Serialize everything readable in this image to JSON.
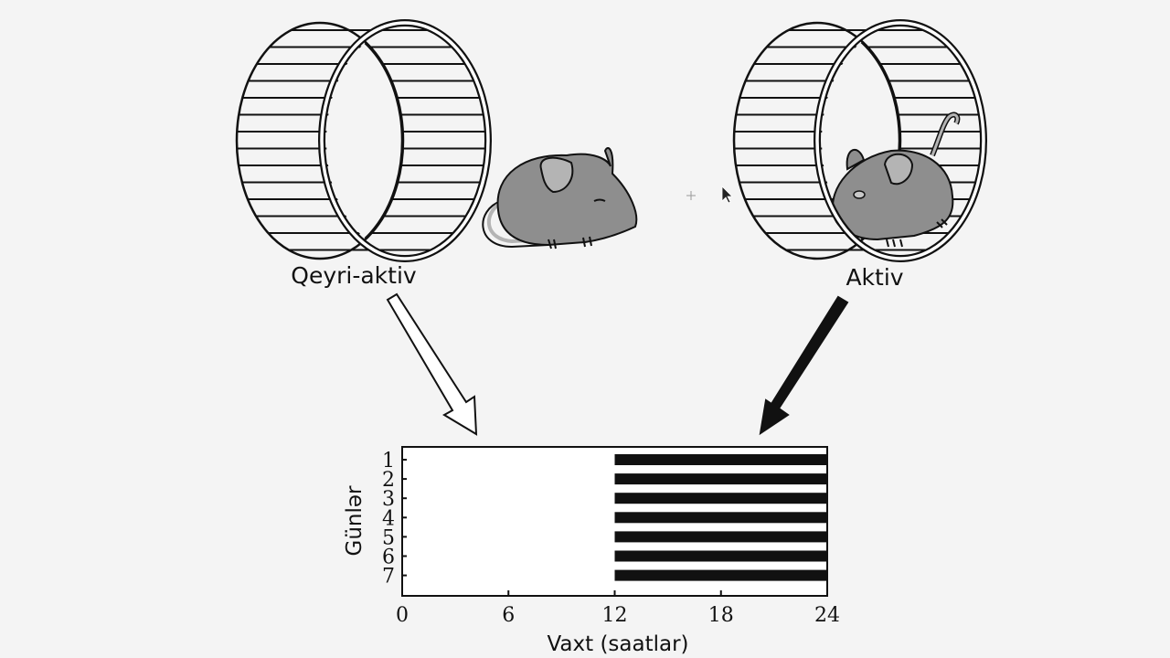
{
  "labels": {
    "inactive": "Qeyri-aktiv",
    "active": "Aktiv"
  },
  "chart_data": {
    "type": "bar",
    "title": "",
    "xlabel": "Vaxt (saatlar)",
    "ylabel": "Günlər",
    "xlim": [
      0,
      24
    ],
    "xticks": [
      "0",
      "6",
      "12",
      "18",
      "24"
    ],
    "categories": [
      "1",
      "2",
      "3",
      "4",
      "5",
      "6",
      "7"
    ],
    "series": [
      {
        "name": "Aktiv",
        "start": [
          12,
          12,
          12,
          12,
          12,
          12,
          12
        ],
        "end": [
          24,
          24,
          24,
          24,
          24,
          24,
          24
        ]
      }
    ]
  },
  "colors": {
    "mouse": "#8e8e8e",
    "mouse_light": "#b4b4b4",
    "ink": "#111111",
    "background": "#f4f4f4"
  }
}
